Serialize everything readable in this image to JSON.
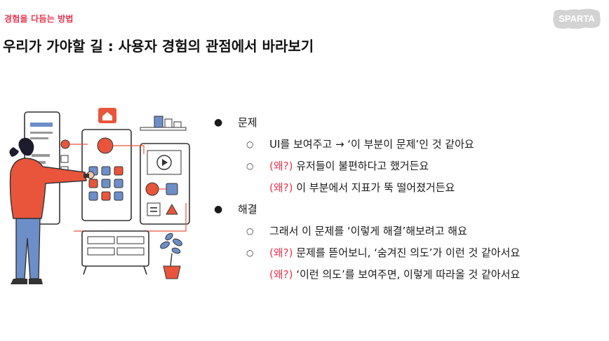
{
  "header": {
    "eyebrow": "경험을 다듬는 방법",
    "title": "우리가 가야할 길 : 사용자 경험의 관점에서 바라보기",
    "logo_text": "SPARTA"
  },
  "colors": {
    "accent": "#e8344e",
    "illustration_orange": "#e8553b",
    "illustration_blue": "#6d8fc9"
  },
  "icons": {
    "home": "home-icon",
    "play": "play-icon",
    "menu": "menu-icon",
    "triangle": "triangle-icon"
  },
  "outline": {
    "problem_label": "문제",
    "problem_item1": "UI를 보여주고 → ‘이 부분이 문제’인 것 같아요",
    "problem_item2_prefix": "(왜?)",
    "problem_item2_text": " 유저들이 불편하다고 했거든요",
    "problem_item3_prefix": "(왜?)",
    "problem_item3_text": " 이 부분에서 지표가 뚝 떨어졌거든요",
    "solution_label": "해결",
    "solution_item1": "그래서 이 문제를 ‘이렇게 해결’해보려고 해요",
    "solution_item2_prefix": "(왜?)",
    "solution_item2_text": " 문제를 뜯어보니, ‘숨겨진 의도’가 이런 것 같아서요",
    "solution_item3_prefix": "(왜?)",
    "solution_item3_text": " ‘이런 의도’를 보여주면, 이렇게 따라올 것 같아서요"
  }
}
